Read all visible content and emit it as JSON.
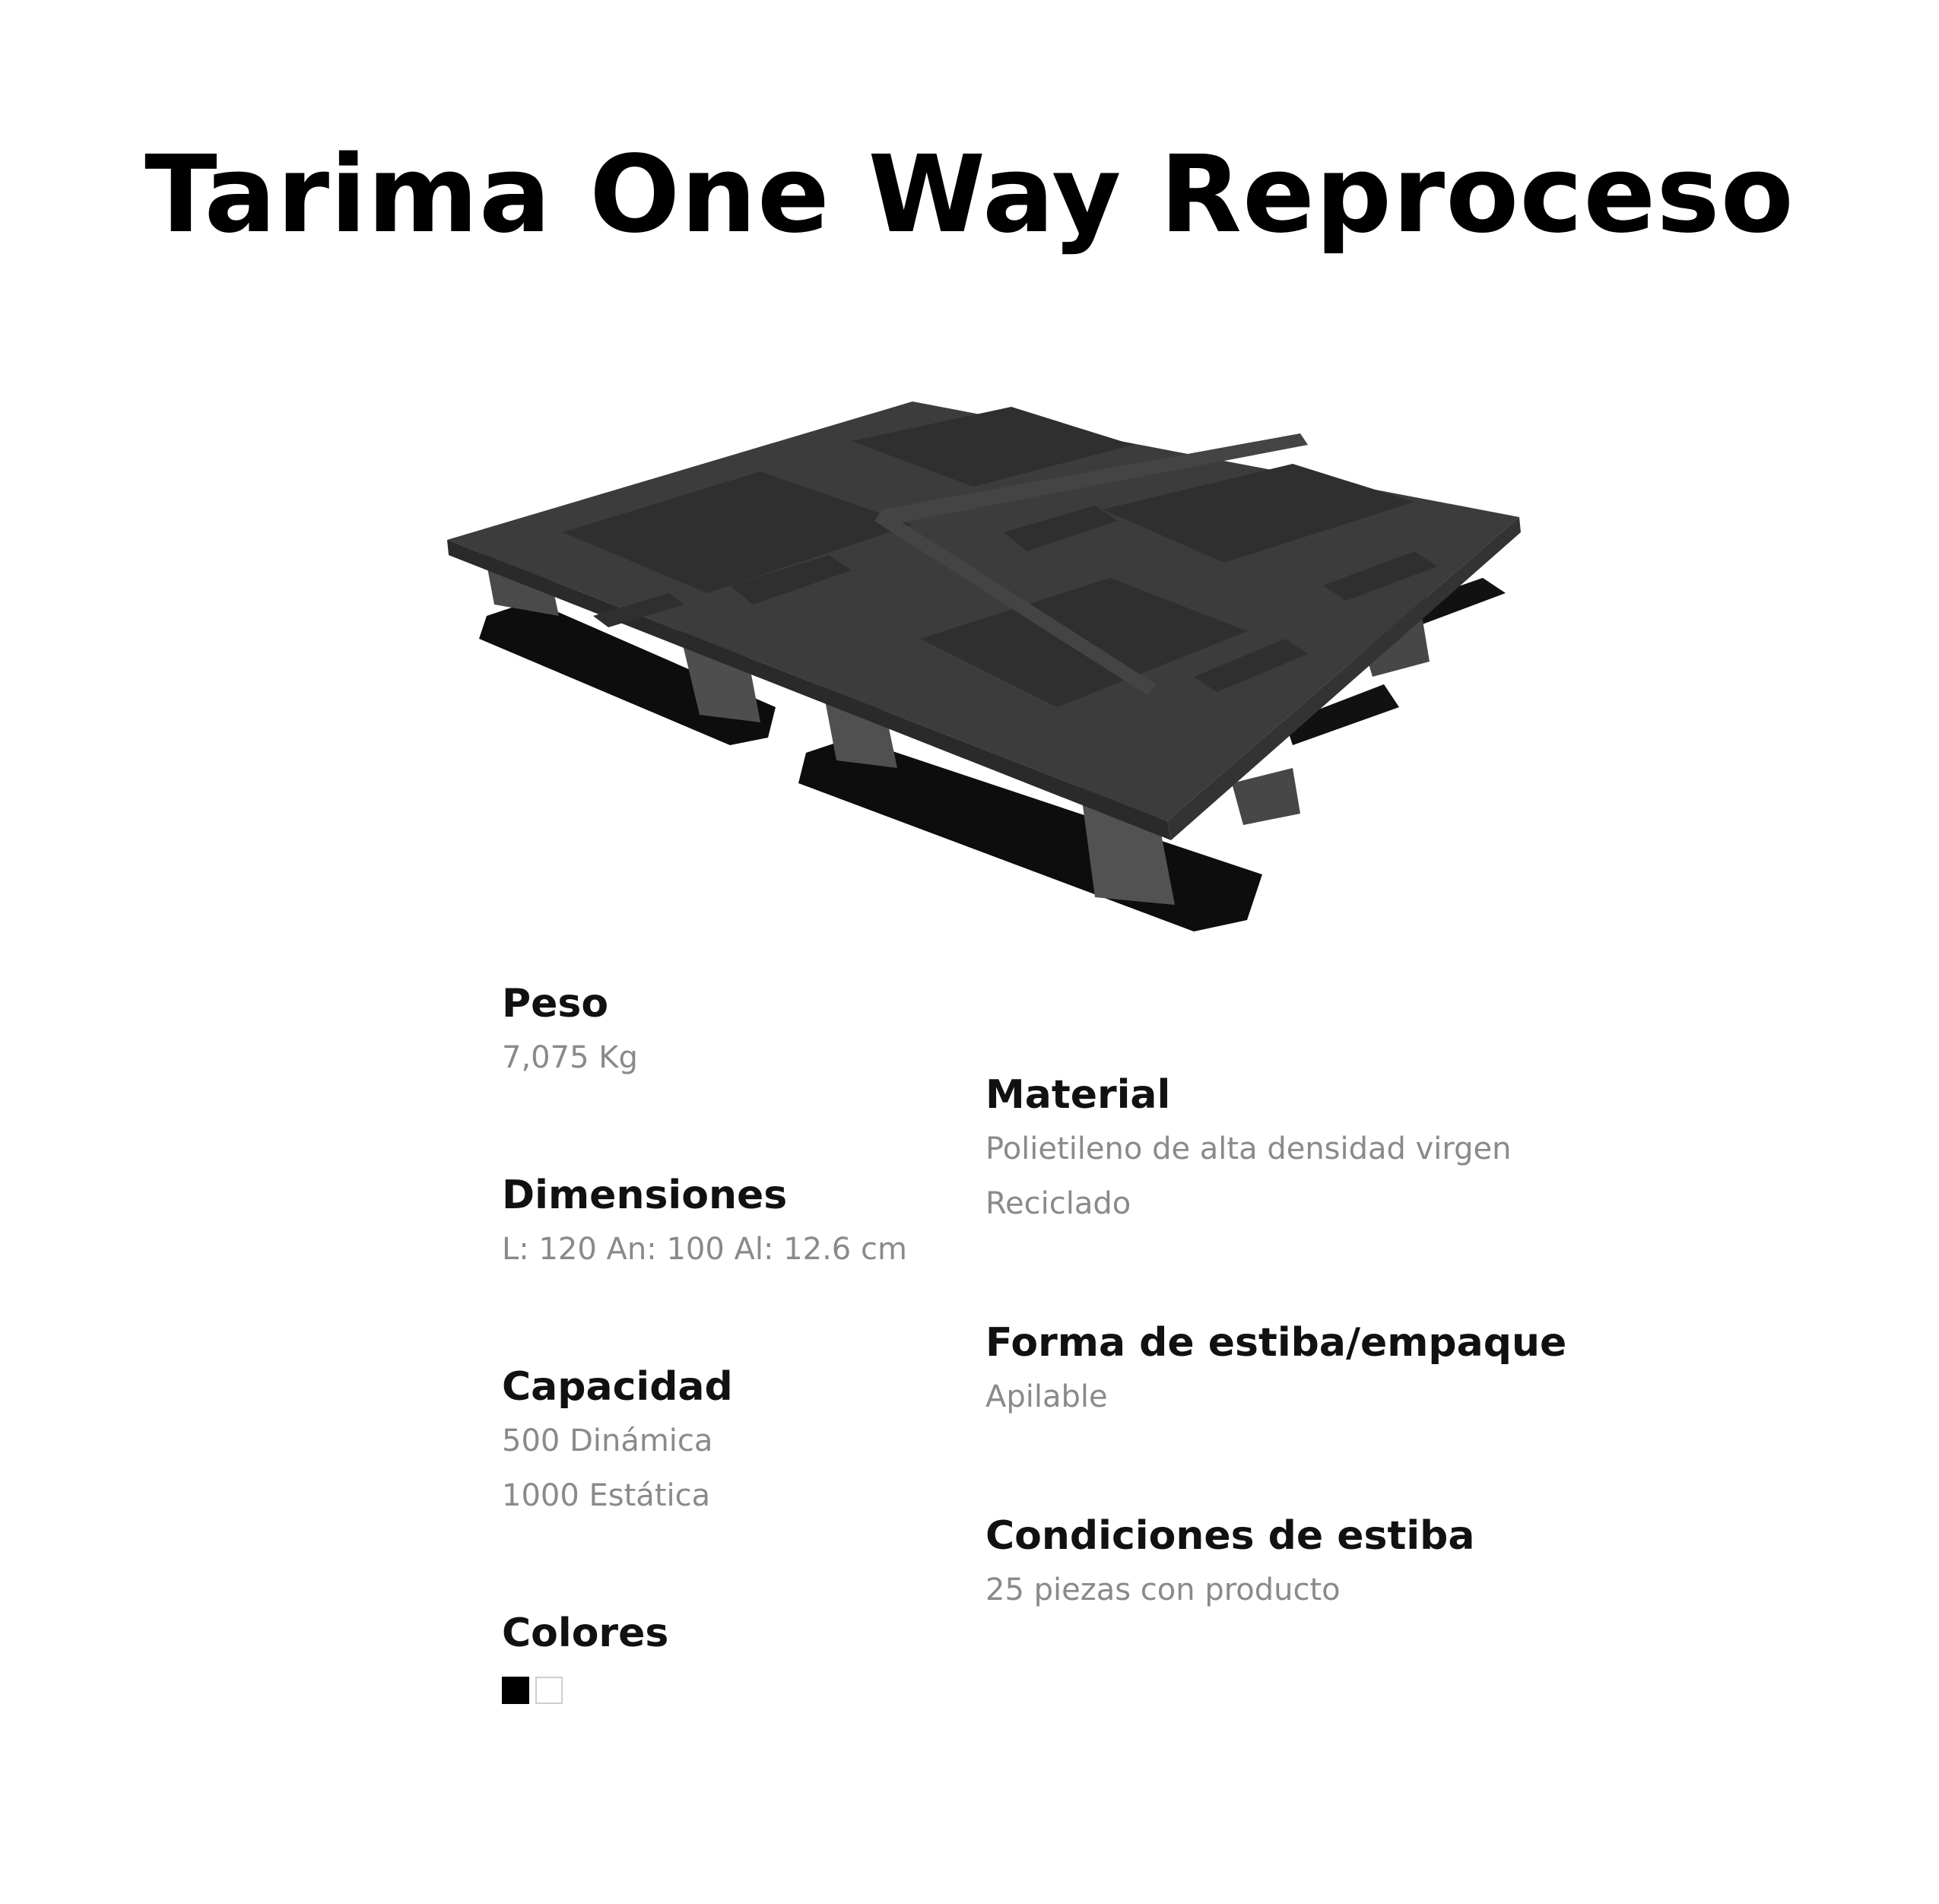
{
  "title": "Tarima One Way Reproceso",
  "product_image": {
    "description_icon": "plastic-pallet-image",
    "color": "#3a3a3a"
  },
  "specs_left": [
    {
      "heading": "Peso",
      "values": [
        "7,075 Kg"
      ]
    },
    {
      "heading": "Dimensiones",
      "values": [
        "L: 120 An: 100 Al: 12.6 cm"
      ]
    },
    {
      "heading": "Capacidad",
      "values": [
        "500 Dinámica",
        "1000 Estática"
      ]
    }
  ],
  "colors": {
    "heading": "Colores",
    "swatches": [
      {
        "name": "black",
        "hex": "#000000"
      },
      {
        "name": "white",
        "hex": "#ffffff"
      }
    ]
  },
  "specs_right": [
    {
      "heading": "Material",
      "values": [
        "Polietileno de alta densidad virgen",
        "Reciclado"
      ]
    },
    {
      "heading": "Forma de estiba/empaque",
      "values": [
        "Apilable"
      ]
    },
    {
      "heading": "Condiciones de estiba",
      "values": [
        "25 piezas con producto"
      ]
    }
  ]
}
